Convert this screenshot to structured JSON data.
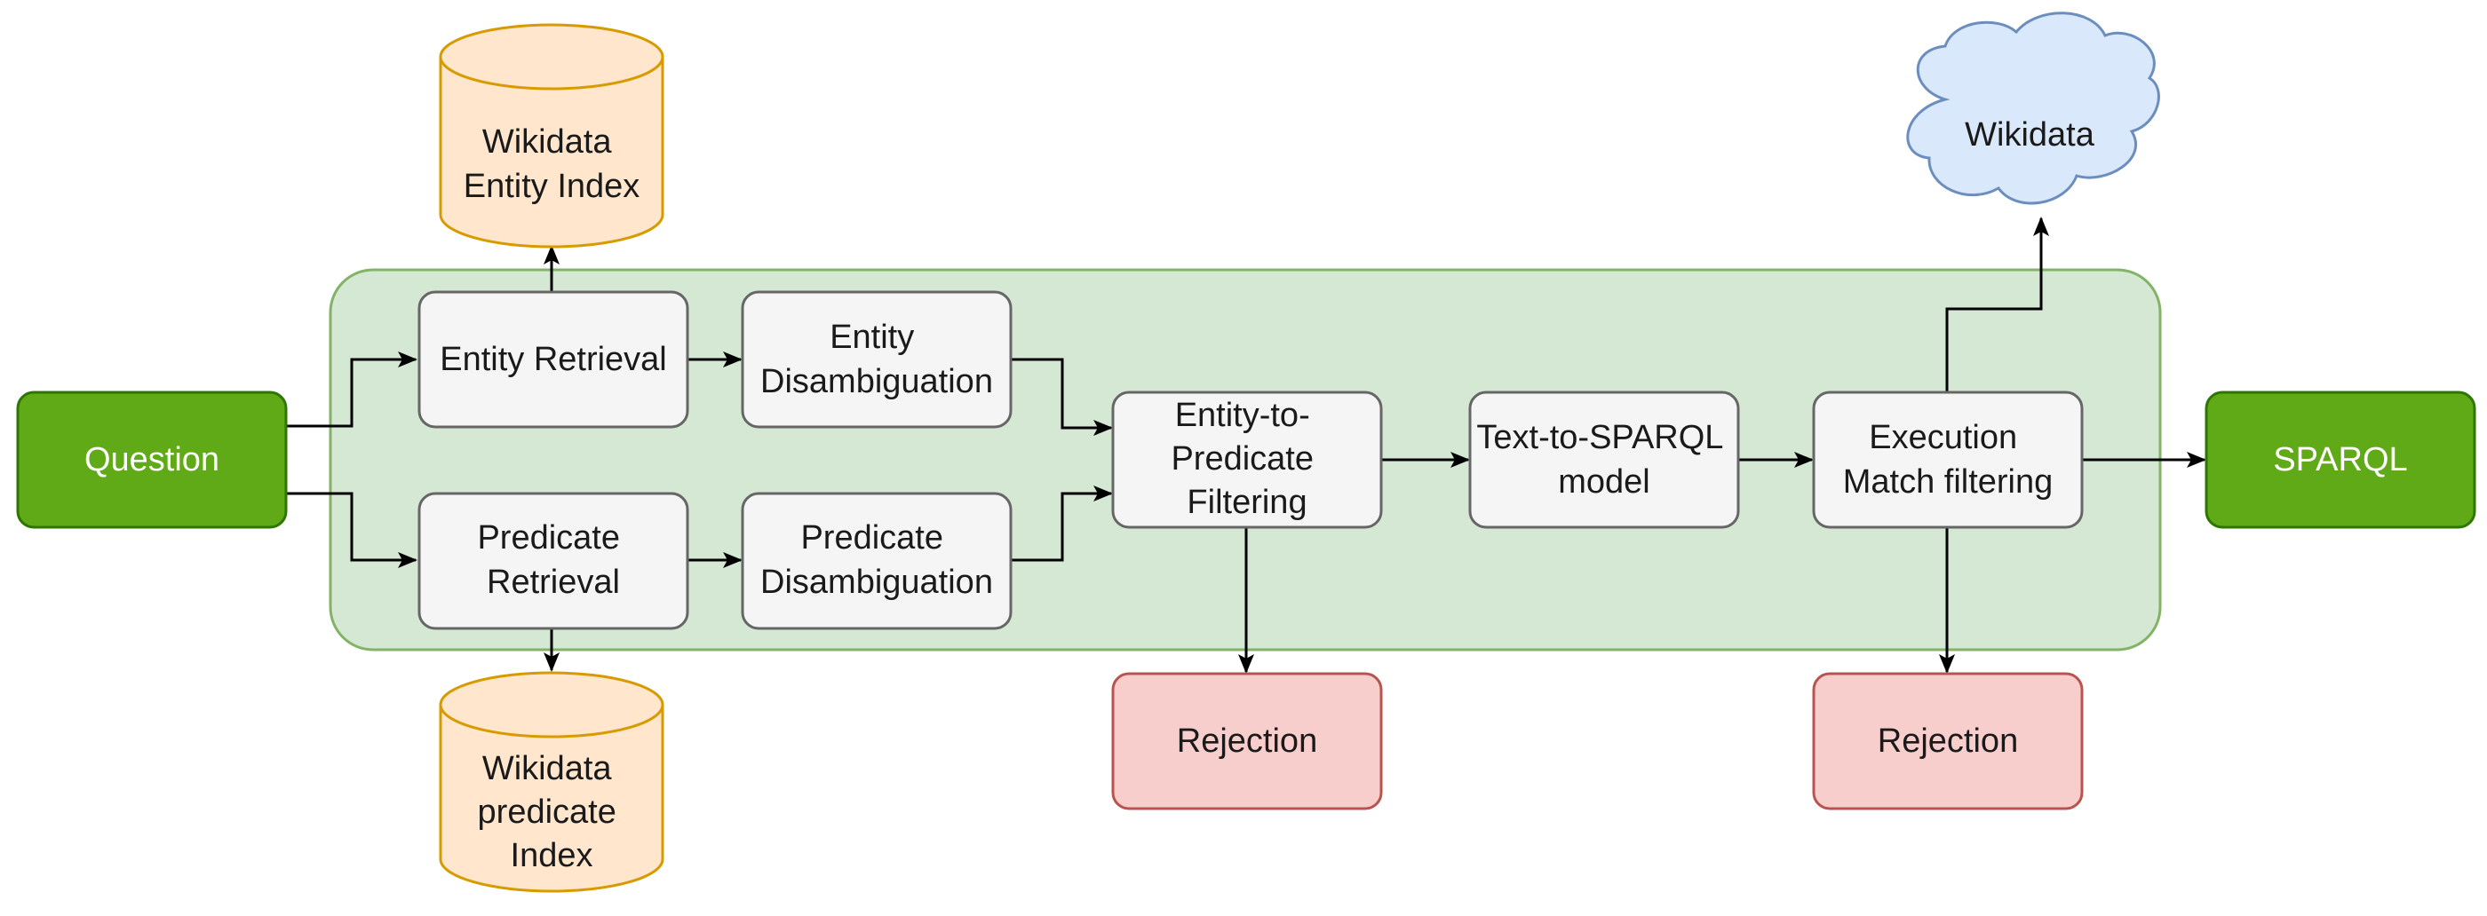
{
  "diagram": {
    "nodes": {
      "question": {
        "lines": [
          "Question"
        ]
      },
      "entity_retrieval": {
        "lines": [
          "Entity Retrieval"
        ]
      },
      "entity_disambiguation": {
        "lines": [
          "Entity",
          "Disambiguation"
        ]
      },
      "predicate_retrieval": {
        "lines": [
          "Predicate",
          "Retrieval"
        ]
      },
      "predicate_disambiguation": {
        "lines": [
          "Predicate",
          "Disambiguation"
        ]
      },
      "entity_to_predicate_filtering": {
        "lines": [
          "Entity-to-",
          "Predicate",
          "Filtering"
        ]
      },
      "text_to_sparql": {
        "lines": [
          "Text-to-SPARQL",
          "model"
        ]
      },
      "execution_match_filtering": {
        "lines": [
          "Execution",
          "Match filtering"
        ]
      },
      "sparql": {
        "lines": [
          "SPARQL"
        ]
      },
      "rejection_1": {
        "lines": [
          "Rejection"
        ]
      },
      "rejection_2": {
        "lines": [
          "Rejection"
        ]
      },
      "wikidata_entity_index": {
        "lines": [
          "Wikidata",
          "Entity Index"
        ]
      },
      "wikidata_predicate_index": {
        "lines": [
          "Wikidata",
          "predicate",
          "Index"
        ]
      },
      "wikidata_cloud": {
        "lines": [
          "Wikidata"
        ]
      }
    },
    "edges": [
      [
        "question",
        "entity_retrieval"
      ],
      [
        "question",
        "predicate_retrieval"
      ],
      [
        "entity_retrieval",
        "entity_disambiguation"
      ],
      [
        "entity_retrieval",
        "wikidata_entity_index"
      ],
      [
        "predicate_retrieval",
        "predicate_disambiguation"
      ],
      [
        "predicate_retrieval",
        "wikidata_predicate_index"
      ],
      [
        "entity_disambiguation",
        "entity_to_predicate_filtering"
      ],
      [
        "predicate_disambiguation",
        "entity_to_predicate_filtering"
      ],
      [
        "entity_to_predicate_filtering",
        "text_to_sparql"
      ],
      [
        "entity_to_predicate_filtering",
        "rejection_1"
      ],
      [
        "text_to_sparql",
        "execution_match_filtering"
      ],
      [
        "execution_match_filtering",
        "sparql"
      ],
      [
        "execution_match_filtering",
        "rejection_2"
      ],
      [
        "execution_match_filtering",
        "wikidata_cloud"
      ]
    ],
    "colors": {
      "pipeline_fill": "#d5e8d4",
      "pipeline_stroke": "#82b366",
      "process_fill": "#f5f5f5",
      "process_stroke": "#666666",
      "io_fill": "#60a917",
      "io_stroke": "#2d7600",
      "rejection_fill": "#f8cecc",
      "rejection_stroke": "#b85450",
      "database_fill": "#ffe6cc",
      "database_stroke": "#d79b00",
      "cloud_fill": "#dae8fc",
      "cloud_stroke": "#6c8ebf"
    }
  }
}
